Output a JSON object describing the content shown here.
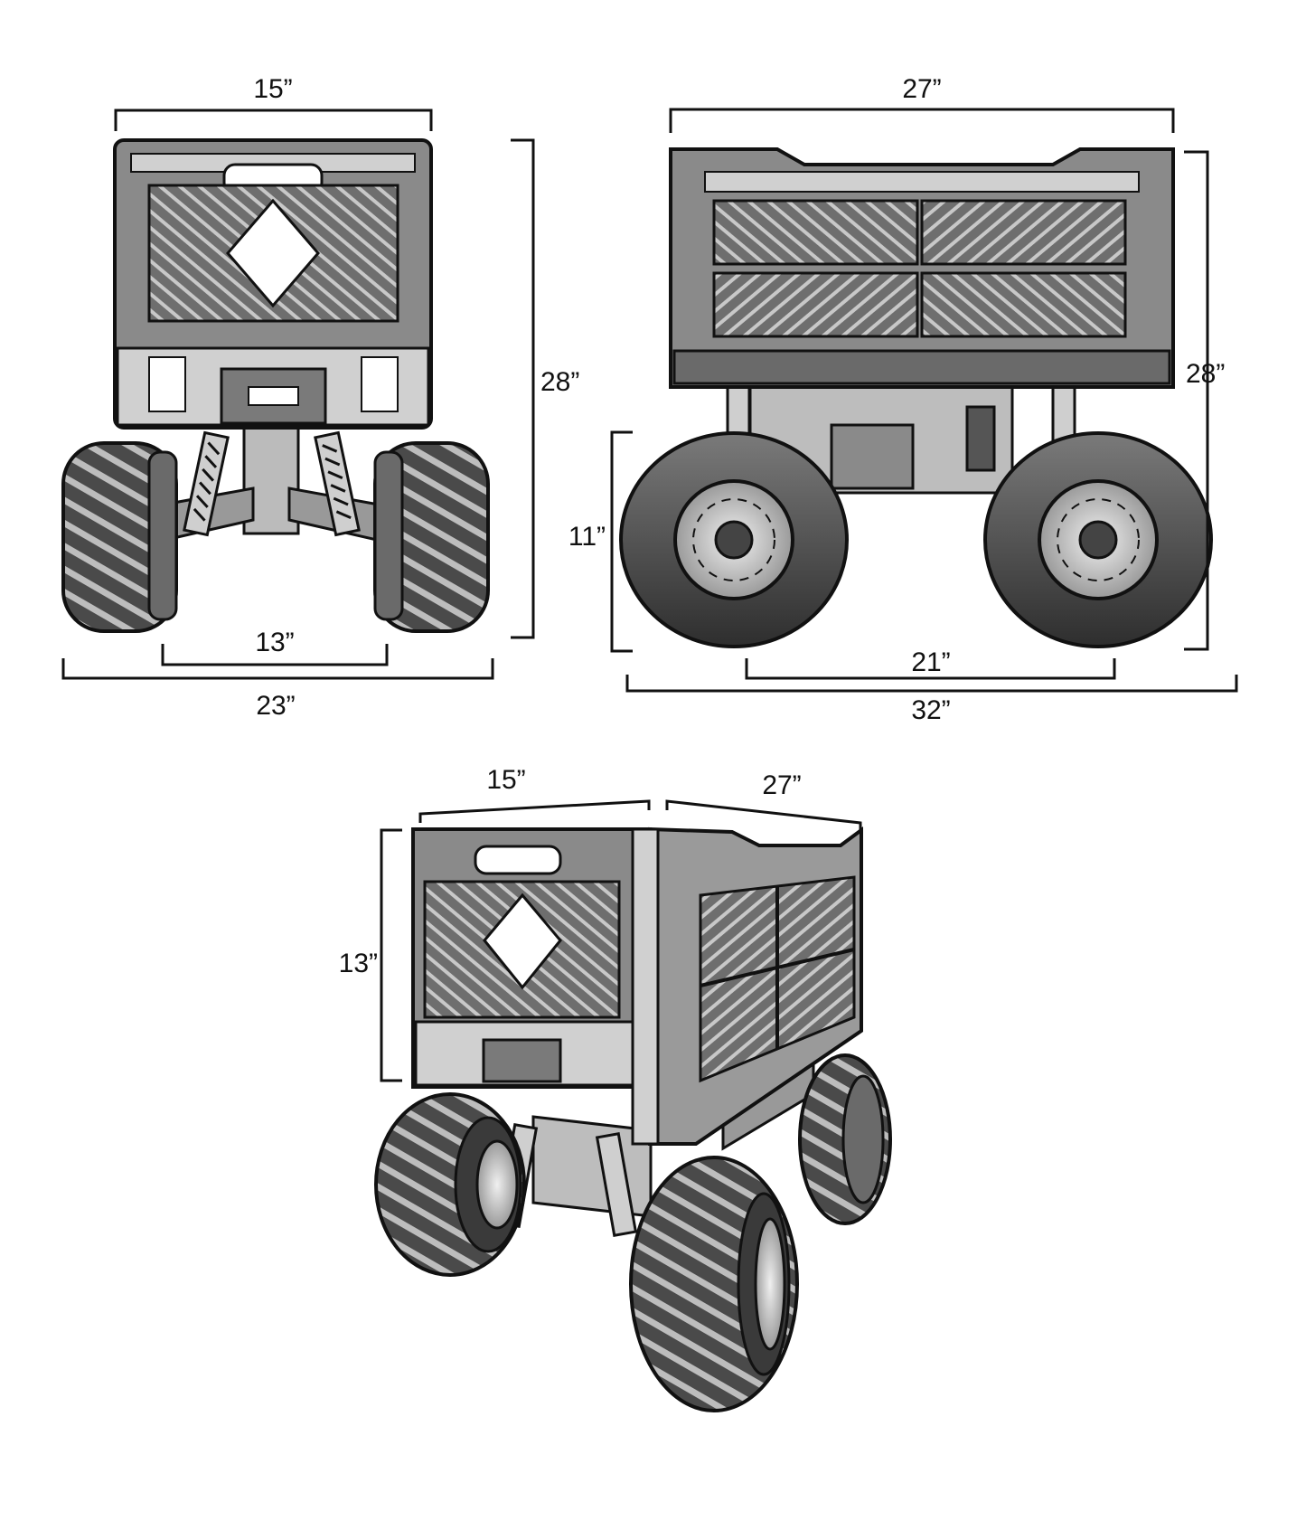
{
  "front_view": {
    "crate_width": "15”",
    "overall_height": "28”",
    "inner_track": "13”",
    "outer_track": "23”"
  },
  "side_view": {
    "crate_length": "27”",
    "overall_height": "28”",
    "wheel_height": "11”",
    "wheelbase": "21”",
    "overall_length": "32”"
  },
  "iso_view": {
    "crate_width": "15”",
    "crate_length": "27”",
    "crate_height": "13”"
  },
  "colors": {
    "ink": "#111111",
    "crate_fill": "#8a8a8a",
    "tire_fill": "#5a5a5a",
    "panel_fill": "#d0d0d0"
  }
}
